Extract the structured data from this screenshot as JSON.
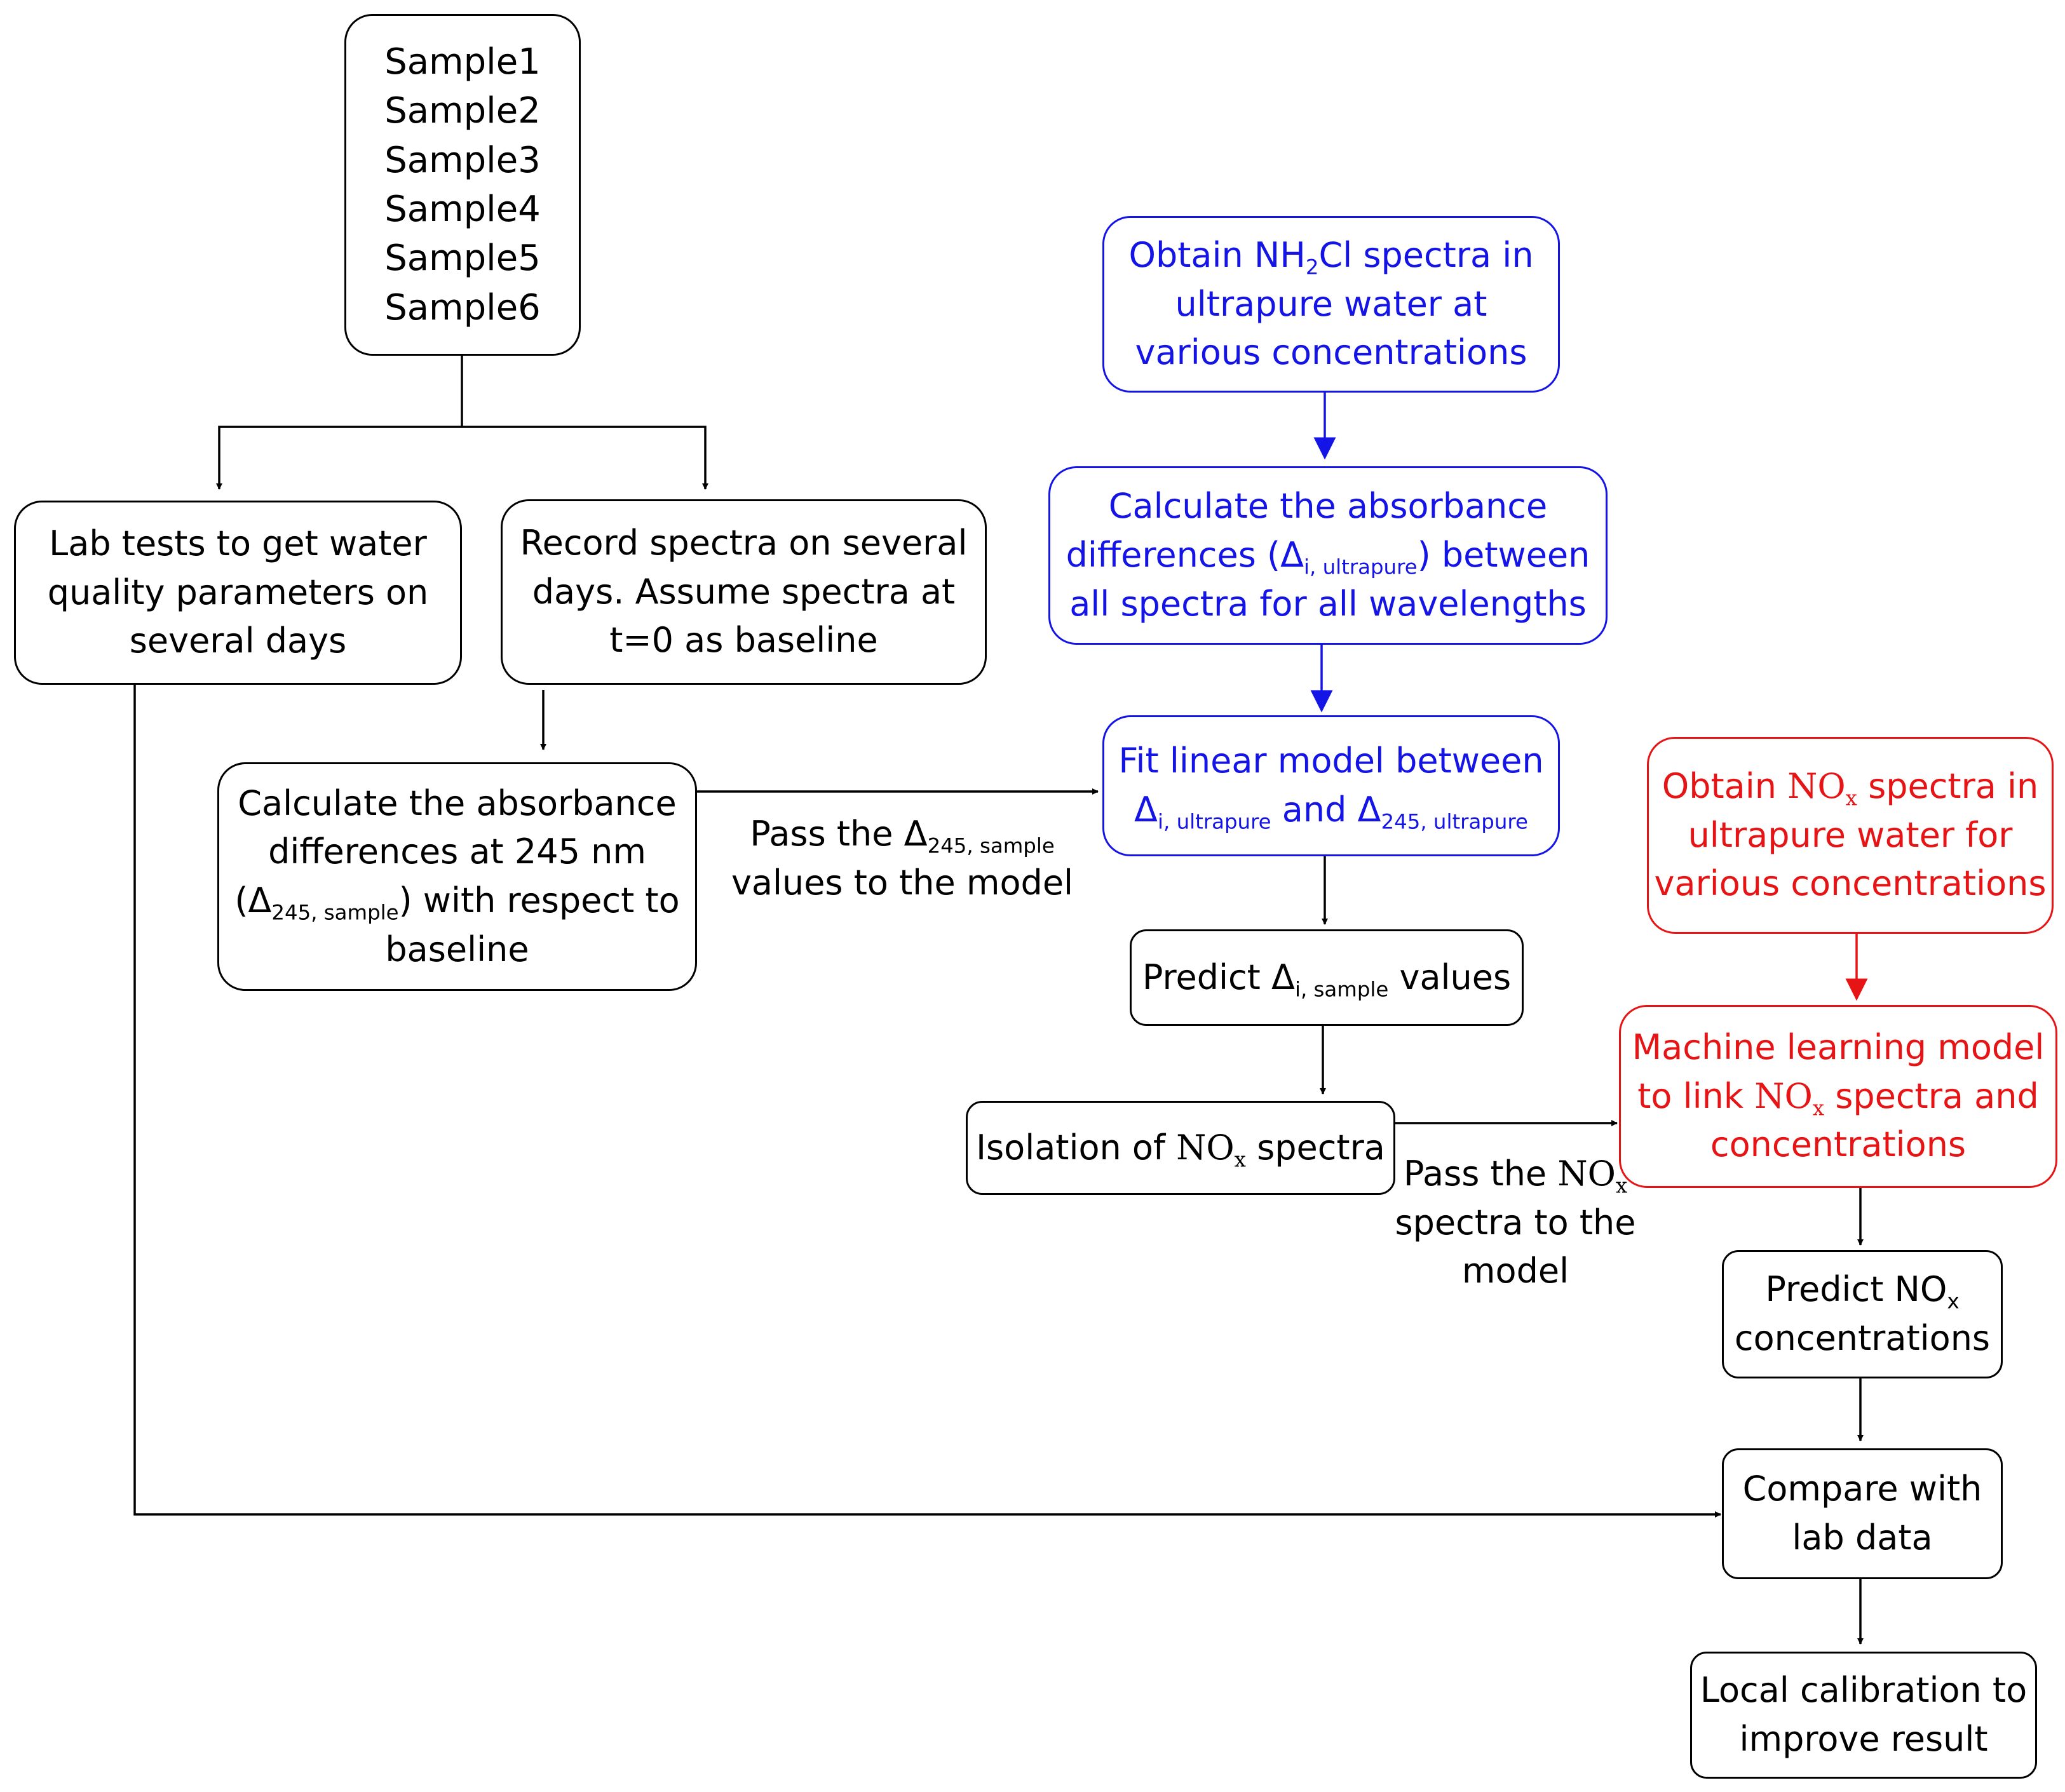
{
  "nodes": {
    "samples": {
      "lines": [
        "Sample1",
        "Sample2",
        "Sample3",
        "Sample4",
        "Sample5",
        "Sample6"
      ]
    },
    "lab_tests": {
      "lines": [
        "Lab tests to get water",
        "quality parameters on",
        "several days"
      ]
    },
    "record_spectra": {
      "lines": [
        "Record spectra on several",
        "days. Assume spectra at",
        "t=0 as baseline"
      ]
    },
    "calc_245": {
      "line1": "Calculate the absorbance",
      "line2": "differences at 245 nm",
      "line3_open": "(Δ",
      "line3_sub": "245, sample",
      "line3_close": ") with respect to",
      "line4": "baseline"
    },
    "obtain_nh2cl": {
      "l1a": "Obtain NH",
      "l1sub": "2",
      "l1b": "Cl spectra in",
      "line2": "ultrapure water at",
      "line3": "various concentrations"
    },
    "calc_diff_ultrapure": {
      "line1": "Calculate the absorbance",
      "l2a": "differences (Δ",
      "l2sub": "i, ultrapure",
      "l2b": ") between",
      "line3": "all spectra for all wavelengths"
    },
    "fit_linear": {
      "line1": "Fit linear model between",
      "d1": "Δ",
      "d1sub": "i, ultrapure",
      "and": " and ",
      "d2": "Δ",
      "d2sub": "245, ultrapure"
    },
    "predict_delta": {
      "a": "Predict Δ",
      "sub": "i, sample",
      "b": " values"
    },
    "isolation": {
      "a": "Isolation of ",
      "chem": "NO",
      "sub": "x",
      "b": " spectra"
    },
    "obtain_nox": {
      "a": "Obtain ",
      "chem": "NO",
      "sub": "x",
      "b": " spectra in",
      "line2": "ultrapure water for",
      "line3": "various concentrations"
    },
    "ml_model": {
      "line1": "Machine learning model",
      "a": "to link ",
      "chem": "NO",
      "sub": "x",
      "b": " spectra and",
      "line3": "concentrations"
    },
    "predict_nox": {
      "a": "Predict NO",
      "sub": "x",
      "line2": "concentrations"
    },
    "compare": {
      "lines": [
        "Compare with",
        "lab data"
      ]
    },
    "local_calibration": {
      "lines": [
        "Local calibration to",
        "improve result"
      ]
    }
  },
  "edge_labels": {
    "pass_delta": {
      "a": "Pass the Δ",
      "sub": "245, sample",
      "line2": "values to the model"
    },
    "pass_nox": {
      "a": "Pass the ",
      "chem": "NO",
      "sub": "x",
      "line2": "spectra to the",
      "line3": "model"
    }
  },
  "colors": {
    "black": "#000000",
    "blue": "#1414e6",
    "red": "#e61414"
  }
}
